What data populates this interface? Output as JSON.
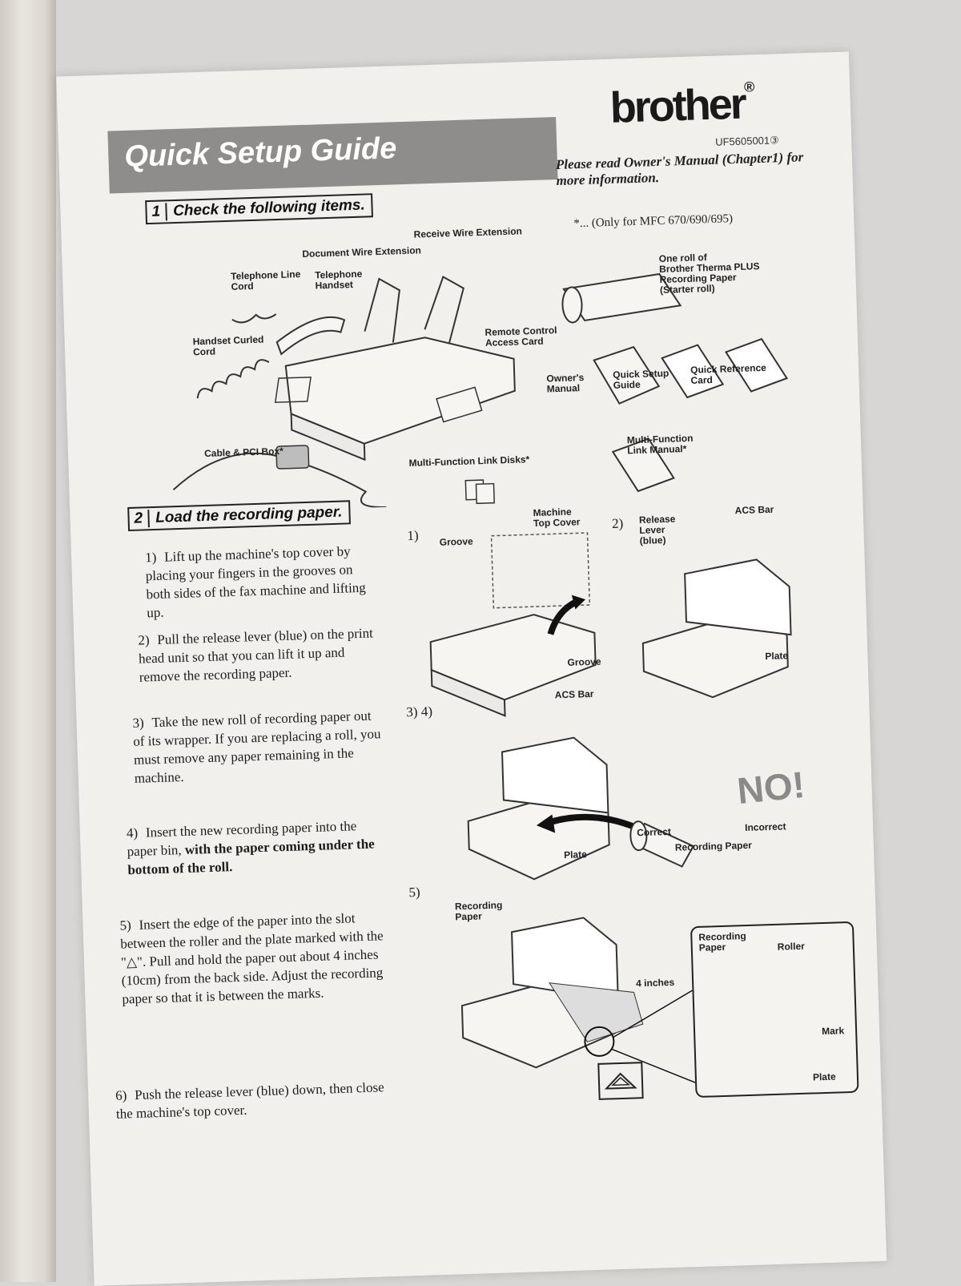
{
  "header": {
    "title": "Quick Setup Guide",
    "brand": "brother",
    "brand_mark": "®",
    "code": "UF5605001③",
    "owner_note": "Please read Owner's Manual (Chapter1) for more information."
  },
  "section1": {
    "number": "1",
    "title": "Check the following items.",
    "availability_note": "*... (Only for MFC 670/690/695)",
    "labels": {
      "receive_wire": "Receive Wire Extension",
      "document_wire": "Document Wire Extension",
      "telephone_line_cord": "Telephone Line\nCord",
      "telephone_handset": "Telephone\nHandset",
      "handset_curled_cord": "Handset Curled\nCord",
      "remote_control_card": "Remote Control\nAccess Card",
      "paper_roll": "One roll of\nBrother Therma PLUS\nRecording Paper\n(Starter roll)",
      "owners_manual": "Owner's\nManual",
      "quick_setup_guide": "Quick Setup\nGuide",
      "quick_reference_card": "Quick Reference\nCard",
      "cable_pci_box": "Cable & PCI Box*",
      "link_disks": "Multi-Function Link Disks*",
      "link_manual": "Multi-Function\nLink Manual*"
    }
  },
  "section2": {
    "number": "2",
    "title": "Load the recording paper.",
    "steps": [
      {
        "n": "1)",
        "text": "Lift up the machine's top cover by placing your fingers in the grooves on both sides of the fax machine and lifting up."
      },
      {
        "n": "2)",
        "text": "Pull the release lever (blue) on the print head unit so that you can lift it up and remove the recording paper."
      },
      {
        "n": "3)",
        "text": "Take the new roll of recording paper out of its wrapper. If you are replacing a roll, you must remove any paper remaining in the machine."
      },
      {
        "n": "4)",
        "text": "Insert the new recording paper into the paper bin, ",
        "bold": "with the paper coming under the bottom of the roll."
      },
      {
        "n": "5)",
        "text": "Insert the edge of the paper into the slot between the roller and the plate marked with the \"△\". Pull and hold the paper out about 4 inches (10cm) from the back side. Adjust the recording paper so that it is between the marks."
      },
      {
        "n": "6)",
        "text": "Push the release lever (blue) down, then close the machine's top cover."
      }
    ],
    "figure_numbers": {
      "f1": "1)",
      "f2": "2)",
      "f34": "3)  4)",
      "f5": "5)"
    },
    "labels": {
      "machine_top_cover": "Machine\nTop Cover",
      "groove_top": "Groove",
      "groove_bottom": "Groove",
      "release_lever": "Release\nLever\n(blue)",
      "acs_bar_1": "ACS Bar",
      "plate_1": "Plate",
      "acs_bar_2": "ACS Bar",
      "plate_2": "Plate",
      "no_mark": "NO!",
      "correct": "Correct",
      "incorrect": "Incorrect",
      "recording_paper_caption": "Recording Paper",
      "recording_paper_5": "Recording\nPaper",
      "four_inches": "4 inches",
      "callout_recording_paper": "Recording\nPaper",
      "roller": "Roller",
      "mark": "Mark",
      "plate_3": "Plate"
    }
  }
}
